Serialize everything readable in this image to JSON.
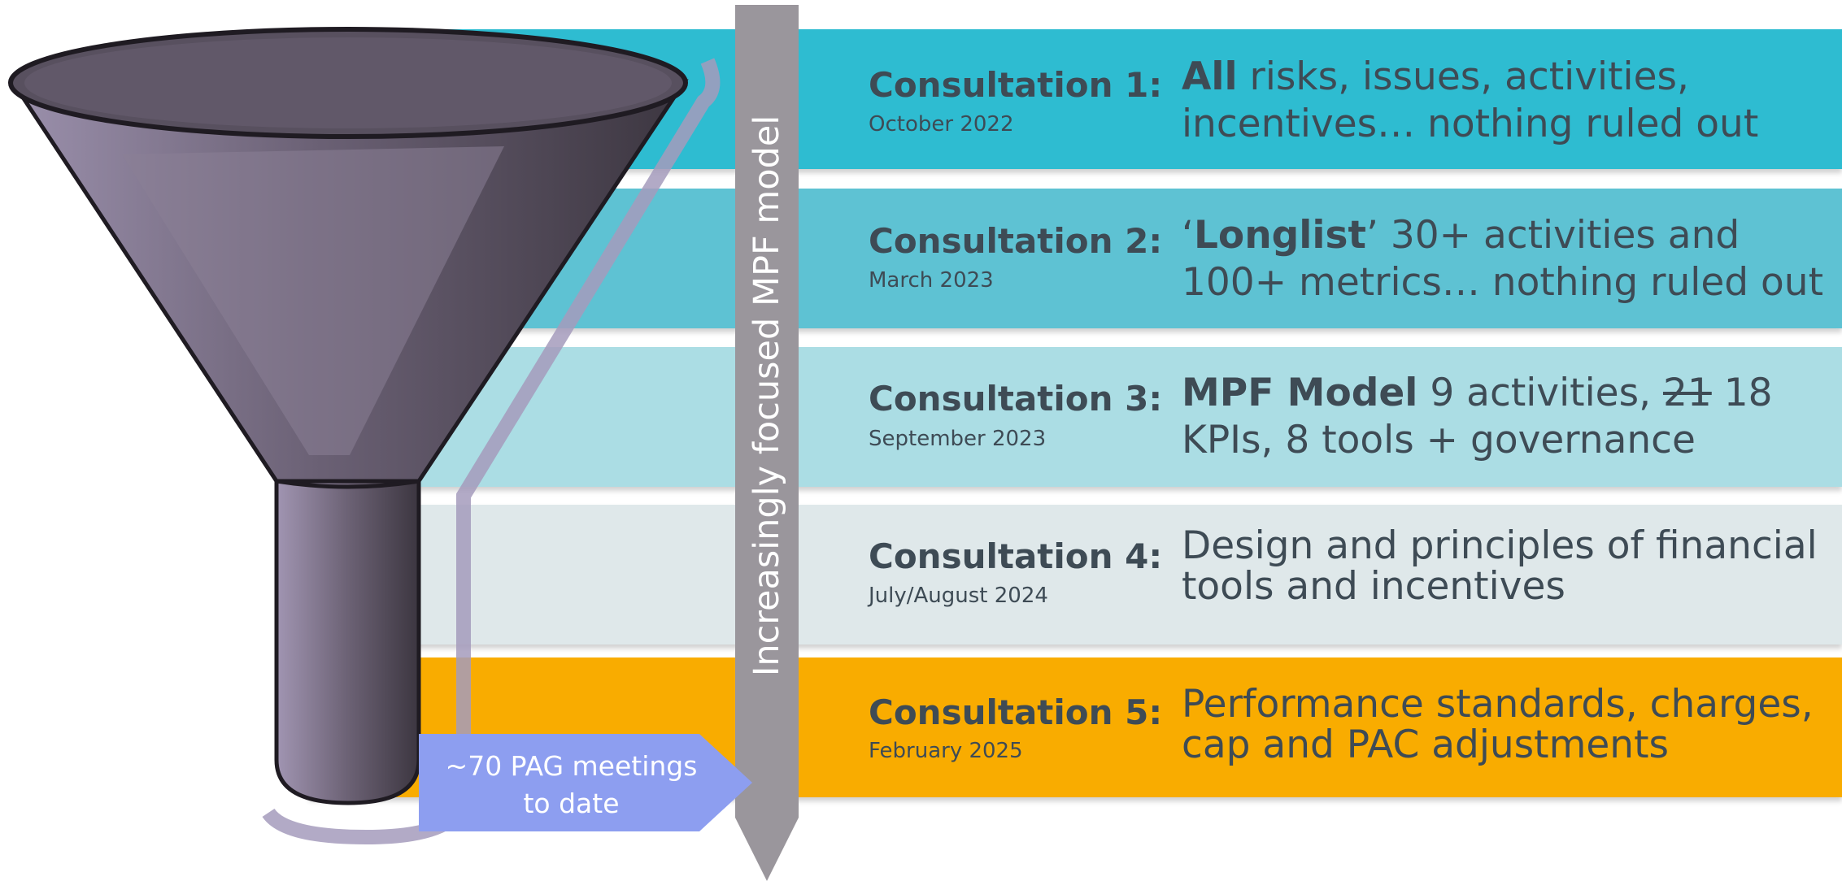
{
  "arrow_label": "Increasingly focused MPF model",
  "pag_label_line1": "~70 PAG meetings",
  "pag_label_line2": "to date",
  "colors": {
    "band_1": "#2ebcd1",
    "band_2": "#5ec2d3",
    "band_3": "#abdde4",
    "band_4": "#dfe8ea",
    "band_5": "#f9ac00",
    "funnel": "#5a5262",
    "arrow": "#9a969c",
    "pag": "#8d9ef0",
    "text": "#3e4b55"
  },
  "consultations": [
    {
      "title": "Consultation 1:",
      "date": "October 2022",
      "desc_bold": "All",
      "desc_rest": " risks, issues, activities, incentives… nothing ruled out"
    },
    {
      "title": "Consultation 2:",
      "date": "March 2023",
      "desc_pre": "‘",
      "desc_bold": "Longlist",
      "desc_rest": "’ 30+ activities and 100+ metrics… nothing ruled out"
    },
    {
      "title": "Consultation 3:",
      "date": "September 2023",
      "desc_bold": "MPF Model",
      "desc_mid": " 9 activities, ",
      "desc_struck": "21",
      "desc_rest": " 18 KPIs, 8 tools + governance"
    },
    {
      "title": "Consultation 4:",
      "date": "July/August 2024",
      "desc": "Design and principles of financial tools and incentives"
    },
    {
      "title": "Consultation 5:",
      "date": "February 2025",
      "desc": "Performance standards, charges, cap and PAC adjustments"
    }
  ]
}
